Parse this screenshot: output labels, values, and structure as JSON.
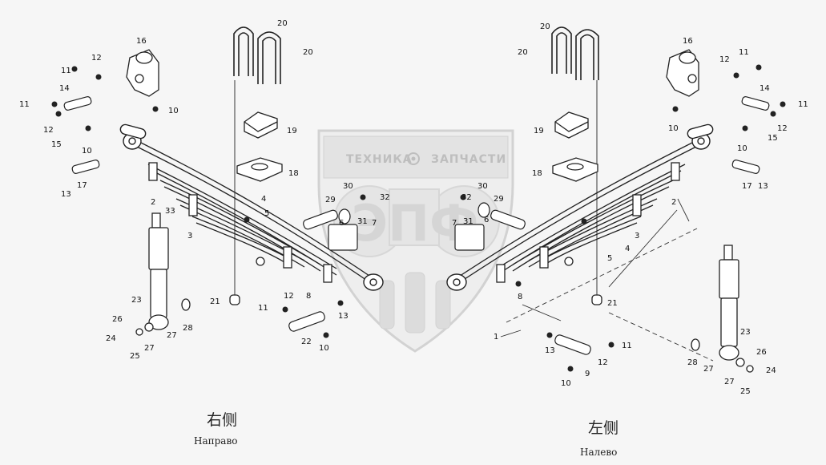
{
  "watermark": {
    "text_left": "ТЕХНИКА",
    "text_right": "ЗАПЧАСТИ",
    "logo_letters": "ЭПФ",
    "color": "#c8c8c8"
  },
  "captions": {
    "right_cn": "右侧",
    "right_ru": "Направо",
    "left_cn": "左侧",
    "left_ru": "Налево"
  },
  "callouts": {
    "r20a": "20",
    "r20b": "20",
    "r16": "16",
    "r12a": "12",
    "r11a": "11",
    "r14": "14",
    "r11b": "11",
    "r12b": "12",
    "r10a": "10",
    "r15": "15",
    "r10b": "10",
    "r19": "19",
    "r18": "18",
    "r13a": "13",
    "r17": "17",
    "r2": "2",
    "r33": "33",
    "r4": "4",
    "r5": "5",
    "r3": "3",
    "r30": "30",
    "r29": "29",
    "r32": "32",
    "r31": "31",
    "r7": "7",
    "r6": "6",
    "r23": "23",
    "r21": "21",
    "r12c": "12",
    "r11c": "11",
    "r8": "8",
    "r13b": "13",
    "r26": "26",
    "r24": "24",
    "r27": "27",
    "r28": "28",
    "r25": "25",
    "r22": "22",
    "r10c": "10",
    "l20a": "20",
    "l20b": "20",
    "l16": "16",
    "l12a": "12",
    "l11a": "11",
    "l14": "14",
    "l11b": "11",
    "l12b": "12",
    "l10a": "10",
    "l15": "15",
    "l10b": "10",
    "l19": "19",
    "l18": "18",
    "l17": "17",
    "l13a": "13",
    "l2": "2",
    "l3": "3",
    "l4": "4",
    "l5": "5",
    "l32": "32",
    "l30": "30",
    "l29": "29",
    "l31": "31",
    "l7": "7",
    "l6": "6",
    "l8": "8",
    "l21": "21",
    "l23": "23",
    "l1": "1",
    "l13b": "13",
    "l11c": "11",
    "l12c": "12",
    "l9": "9",
    "l10c": "10",
    "l28": "28",
    "l27a": "27",
    "l26": "26",
    "l27b": "27",
    "l24": "24",
    "l25": "25"
  }
}
